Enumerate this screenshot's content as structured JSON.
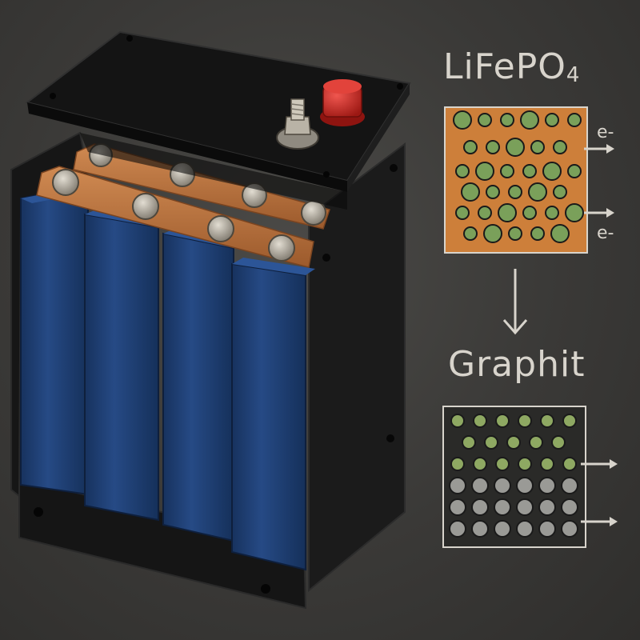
{
  "colors": {
    "background": "#3a3937",
    "cell_blue": "#1f3f73",
    "busbar_copper": "#b7703d",
    "terminal_red": "#c8241f",
    "cathode_panel": "#cd7f3a",
    "cathode_particle": "#7aa05a",
    "anode_panel": "#2a2a28",
    "anode_lithiated_particle": "#8ea862",
    "anode_empty_particle": "#9a9a96",
    "label_text": "#d8d4cc"
  },
  "icons": {
    "cathode_arrow": "arrow-right-icon",
    "down_arrow": "arrow-down-icon",
    "anode_arrow": "arrow-right-icon"
  },
  "battery": {
    "cell_count": 4,
    "busbar_count": 2,
    "positive_terminal": "red-cap-terminal",
    "negative_terminal": "bolt-terminal"
  },
  "diagram": {
    "cathode": {
      "title_main": "LiFePO",
      "title_sub": "4",
      "electron_label_top": "e-",
      "electron_label_bottom": "e-"
    },
    "anode": {
      "title": "Graphit",
      "lithiated_rows": 3,
      "empty_rows": 3
    }
  }
}
